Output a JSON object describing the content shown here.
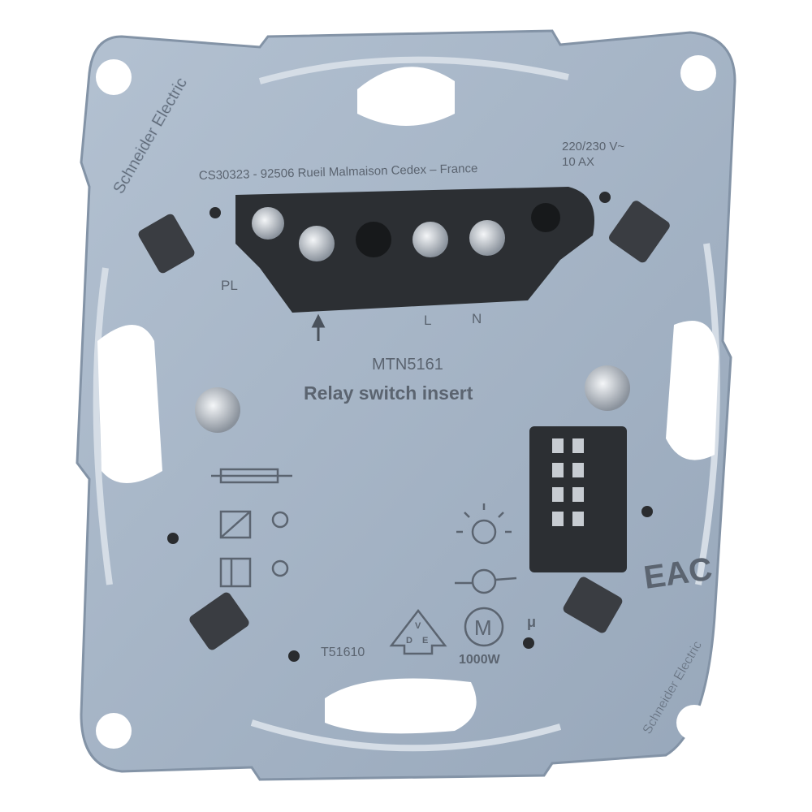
{
  "product": {
    "model": "MTN5161",
    "name": "Relay switch insert",
    "address": "CS30323 - 92506 Rueil Malmaison Cedex – France",
    "voltage": "220/230 V~",
    "current": "10 AX",
    "approval_code": "T51610",
    "power": "1000W",
    "micro_symbol": "μ"
  },
  "terminals": {
    "pl": "PL",
    "l": "L",
    "n": "N"
  },
  "marks": {
    "vde_v": "V",
    "vde_d": "D",
    "vde_e": "E",
    "motor": "M",
    "eac": "EAC"
  },
  "logos": {
    "brand_top": "Schneider Electric",
    "brand_bottom": "Schneider Electric"
  },
  "colors": {
    "plate": "#a6b5c7",
    "plate_shadow": "#8796a9",
    "terminal_block": "#2c2f33",
    "text": "#5b6470"
  }
}
